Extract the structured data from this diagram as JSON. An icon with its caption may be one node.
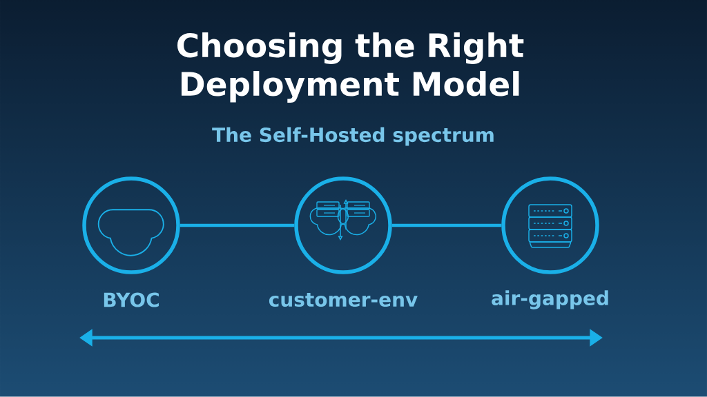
{
  "diagram": {
    "title": "Choosing the Right Deployment Model",
    "nodes": [
      {
        "text": [],
        "shape": "circle",
        "beside": [
          "BYOC"
        ]
      },
      {
        "text": [],
        "shape": "circle",
        "beside": [
          "customer-env"
        ]
      },
      {
        "text": [],
        "shape": "circle",
        "beside": [
          "air-gapped"
        ]
      }
    ],
    "edges": [
      {
        "from": 0,
        "to": 1,
        "arrow": "none"
      },
      {
        "from": 1,
        "to": 2,
        "arrow": "none"
      }
    ],
    "labels": [
      "The Self-Hosted spectrum"
    ]
  }
}
